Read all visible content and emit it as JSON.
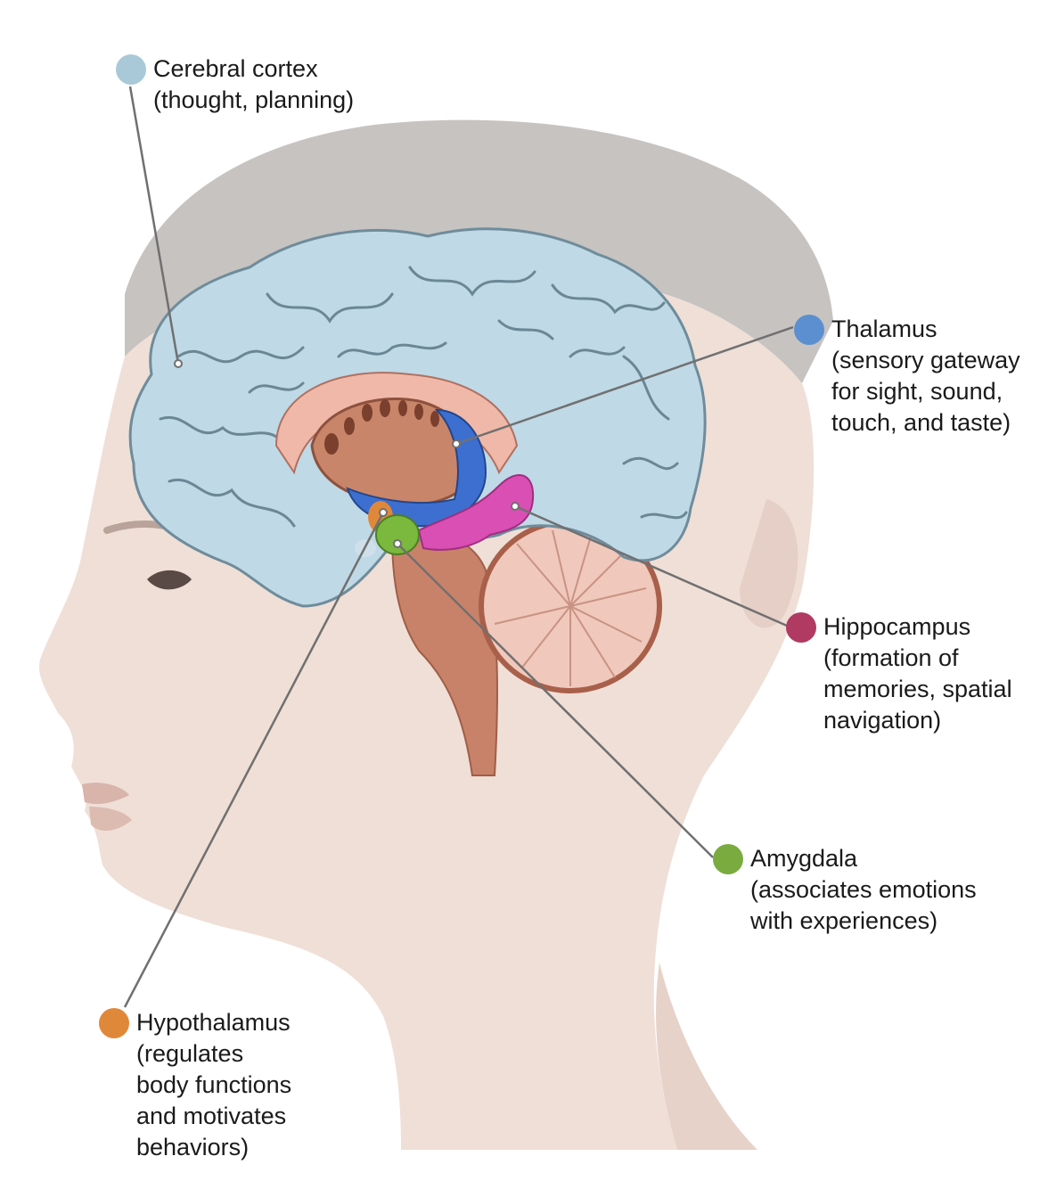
{
  "labels": {
    "cerebral_cortex": {
      "name": "Cerebral cortex",
      "lines": [
        "(thought, planning)"
      ],
      "color": "#a9c9d8"
    },
    "thalamus": {
      "name": "Thalamus",
      "lines": [
        "(sensory gateway",
        "for sight, sound,",
        "touch, and taste)"
      ],
      "color": "#5b8fcf"
    },
    "hippocampus": {
      "name": "Hippocampus",
      "lines": [
        "(formation of",
        "memories, spatial",
        "navigation)"
      ],
      "color": "#b03a62"
    },
    "amygdala": {
      "name": "Amygdala",
      "lines": [
        "(associates emotions",
        "with experiences)"
      ],
      "color": "#7aab3f"
    },
    "hypothalamus": {
      "name": "Hypothalamus",
      "lines": [
        "(regulates",
        "body functions",
        "and motivates",
        "behaviors)"
      ],
      "color": "#e0883a"
    }
  },
  "colors": {
    "skin": "#eedcd3",
    "hair": "#bdbab8",
    "cortex": "#bfd9e6",
    "cortex_line": "#5f7d8e",
    "brainstem": "#c9826a",
    "cerebellum": "#f0c8bc",
    "thalamus_blue": "#3d6fd0",
    "hippocampus_pink": "#d94fb4",
    "amygdala_green": "#7ab83e",
    "leader": "#707070"
  }
}
